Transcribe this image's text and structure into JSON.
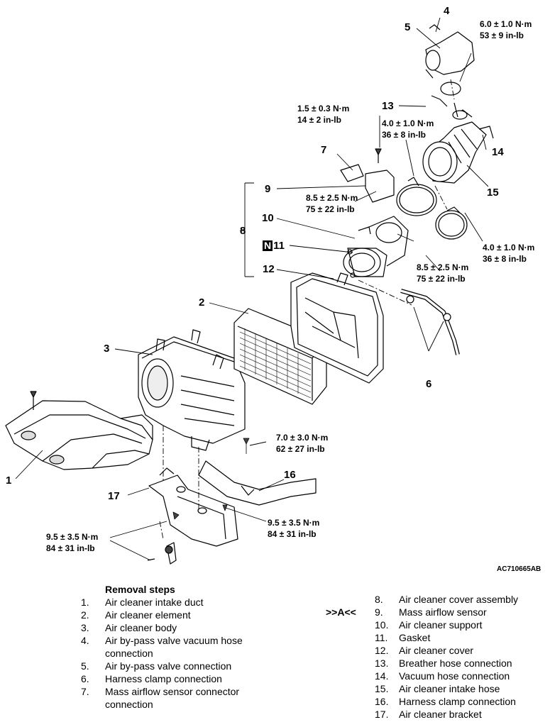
{
  "diagram": {
    "part_numbers": {
      "p1": "1",
      "p2": "2",
      "p3": "3",
      "p4": "4",
      "p5": "5",
      "p6": "6",
      "p7": "7",
      "p8": "8",
      "p9": "9",
      "p10": "10",
      "p11": "11",
      "p12": "12",
      "p13": "13",
      "p14": "14",
      "p15": "15",
      "p16": "16",
      "p17": "17"
    },
    "new_part_mark": "N",
    "torques": {
      "t_bypass": [
        "6.0 ± 1.0 N·m",
        "53 ± 9 in-lb"
      ],
      "t_screw": [
        "1.5 ± 0.3 N·m",
        "14 ± 2 in-lb"
      ],
      "t_clamp_upper": [
        "4.0 ± 1.0 N·m",
        "36 ± 8 in-lb"
      ],
      "t_maf": [
        "8.5 ± 2.5 N·m",
        "75 ± 22 in-lb"
      ],
      "t_clamp_lower": [
        "4.0 ± 1.0 N·m",
        "36 ± 8 in-lb"
      ],
      "t_support": [
        "8.5 ± 2.5 N·m",
        "75 ± 22 in-lb"
      ],
      "t_body_bolt": [
        "7.0 ± 3.0 N·m",
        "62 ± 27 in-lb"
      ],
      "t_bracket_right": [
        "9.5 ± 3.5 N·m",
        "84 ± 31 in-lb"
      ],
      "t_bracket_left": [
        "9.5 ± 3.5 N·m",
        "84 ± 31 in-lb"
      ]
    },
    "figure_code": "AC710665AB"
  },
  "removal": {
    "title": "Removal steps",
    "marker": ">>A<<",
    "left_steps": [
      {
        "num": "1.",
        "text": "Air cleaner intake duct"
      },
      {
        "num": "2.",
        "text": "Air cleaner element"
      },
      {
        "num": "3.",
        "text": "Air cleaner body"
      },
      {
        "num": "4.",
        "text": "Air by-pass valve vacuum hose connection"
      },
      {
        "num": "5.",
        "text": "Air by-pass valve connection"
      },
      {
        "num": "6.",
        "text": "Harness clamp connection"
      },
      {
        "num": "7.",
        "text": "Mass airflow sensor connector connection"
      }
    ],
    "right_steps": [
      {
        "num": "8.",
        "text": "Air cleaner cover assembly"
      },
      {
        "num": "9.",
        "text": "Mass airflow sensor"
      },
      {
        "num": "10.",
        "text": "Air cleaner support"
      },
      {
        "num": "11.",
        "text": "Gasket"
      },
      {
        "num": "12.",
        "text": "Air cleaner cover"
      },
      {
        "num": "13.",
        "text": "Breather hose connection"
      },
      {
        "num": "14.",
        "text": "Vacuum hose connection"
      },
      {
        "num": "15.",
        "text": "Air cleaner intake hose"
      },
      {
        "num": "16.",
        "text": "Harness clamp connection"
      },
      {
        "num": "17.",
        "text": "Air cleaner bracket"
      }
    ]
  }
}
